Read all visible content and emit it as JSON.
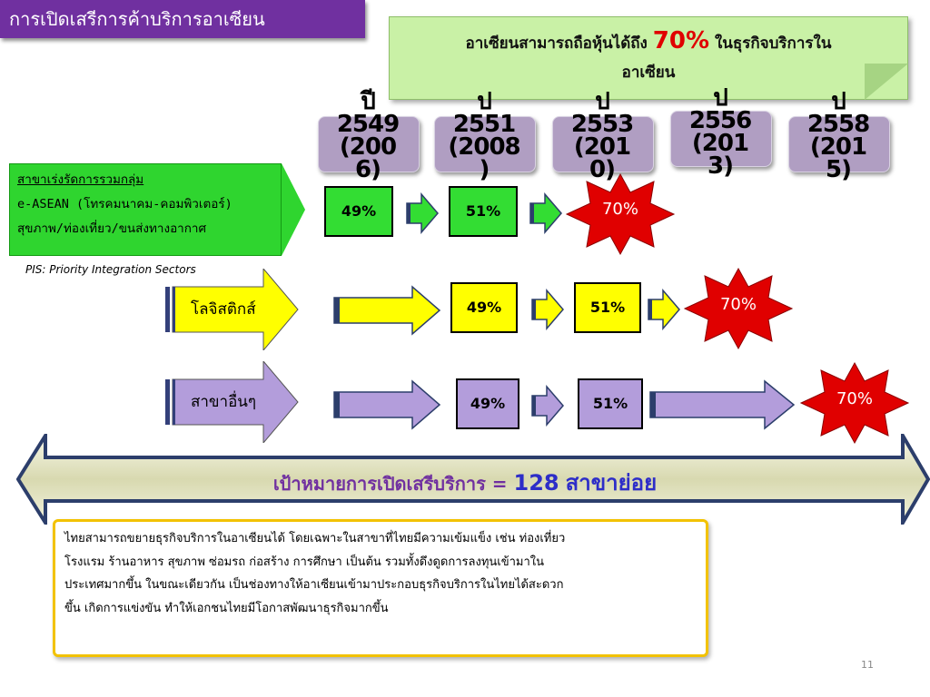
{
  "title": "การเปิดเสรีการค้าบริการอาเซียน",
  "callout": {
    "text_before": "อาเซียนสามารถถือหุ้นได้ถึง",
    "highlight": "70%",
    "text_after": "ในธุรกิจบริการใน",
    "line2": "อาเซียน"
  },
  "years": [
    {
      "line1": "ปี",
      "line2": "2549",
      "line3": "(200",
      "line4": "6)"
    },
    {
      "line1": "ป",
      "line2": "2551",
      "line3": "(2008",
      "line4": ")"
    },
    {
      "line1": "ป",
      "line2": "2553",
      "line3": "(201",
      "line4": "0)"
    },
    {
      "line1": "ป",
      "line2": "2556",
      "line3": "(201",
      "line4": "3)"
    },
    {
      "line1": "ป",
      "line2": "2558",
      "line3": "(201",
      "line4": "5)"
    }
  ],
  "pis_sectors": {
    "heading": "สาขาเร่งรัดการรวมกลุ่ม",
    "items": [
      "e-ASEAN (โทรคมนาคม-คอมพิวเตอร์)",
      "สุขภาพ/ท่องเที่ยว/ขนส่งทางอากาศ"
    ],
    "note": "PIS: Priority Integration Sectors"
  },
  "rows": [
    {
      "label": "",
      "values": [
        "49%",
        "51%",
        "70%"
      ],
      "color": "#33dd33"
    },
    {
      "label": "โลจิสติกส์",
      "values": [
        "49%",
        "51%",
        "70%"
      ],
      "color": "#ffff00"
    },
    {
      "label": "สาขาอื่นๆ",
      "values": [
        "49%",
        "51%",
        "70%"
      ],
      "color": "#b39ddb"
    }
  ],
  "colors": {
    "title_bg": "#7030a0",
    "burst": "#e00000",
    "target_text": "#7030a0",
    "target_number": "#2d2dc8",
    "desc_border": "#f2c200"
  },
  "target": {
    "label": "เป้าหมายการเปิดเสรีบริการ =",
    "number": "128",
    "unit": "สาขาย่อย"
  },
  "description": [
    "ไทยสามารถขยายธุรกิจบริการในอาเซียนได้ โดยเฉพาะในสาขาที่ไทยมีความเข้มแข็ง เช่น ท่องเที่ยว",
    "โรงแรม ร้านอาหาร สุขภาพ ซ่อมรถ ก่อสร้าง การศึกษา เป็นต้น รวมทั้งดึงดูดการลงทุนเข้ามาใน",
    "ประเทศมากขึ้น  ในขณะเดียวกัน  เป็นช่องทางให้อาเซียนเข้ามาประกอบธุรกิจบริการในไทยได้สะดวก",
    "ขึ้น เกิดการแข่งขัน ทำให้เอกชนไทยมีโอกาสพัฒนาธุรกิจมากขึ้น"
  ],
  "page_number": "11"
}
